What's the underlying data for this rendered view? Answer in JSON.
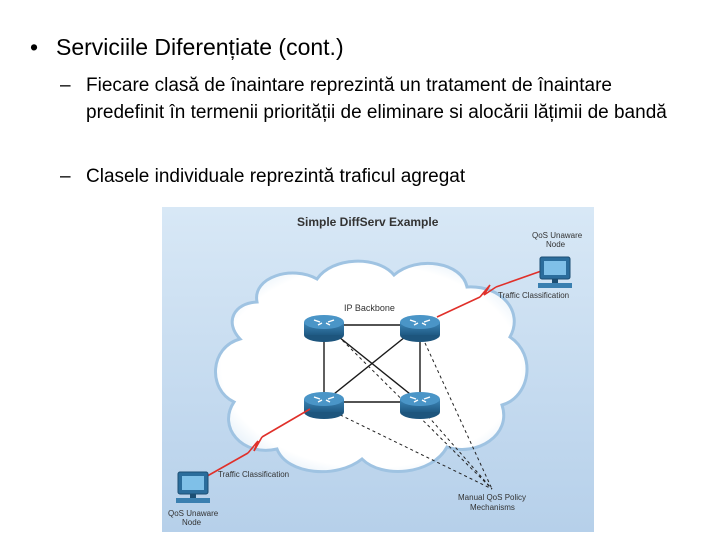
{
  "slide": {
    "title_bullet": "Serviciile Diferențiate (cont.)",
    "bullet_symbol": "•",
    "dash_symbol": "–",
    "sub_bullets": [
      "Fiecare clasă de înaintare reprezintă un tratament de înaintare predefinit în termenii priorității de eliminare si alocării lățimii de bandă",
      "Clasele individuale reprezintă traficul agregat"
    ]
  },
  "figure": {
    "title": "Simple DiffServ Example",
    "cloud_label": "IP Backbone",
    "top_host": {
      "line1": "QoS Unaware",
      "line2": "Node"
    },
    "top_link_label": "Traffic Classification",
    "bottom_host": {
      "line1": "QoS Unaware",
      "line2": "Node"
    },
    "bottom_link_label": "Traffic Classification",
    "policy": {
      "line1": "Manual QoS Policy",
      "line2": "Mechanisms"
    },
    "colors": {
      "background": "#c5dbef",
      "cloud": "#ffffff",
      "router": "#2e6f9a",
      "wan_link": "#e0302a",
      "host": "#3a7fb0"
    }
  }
}
